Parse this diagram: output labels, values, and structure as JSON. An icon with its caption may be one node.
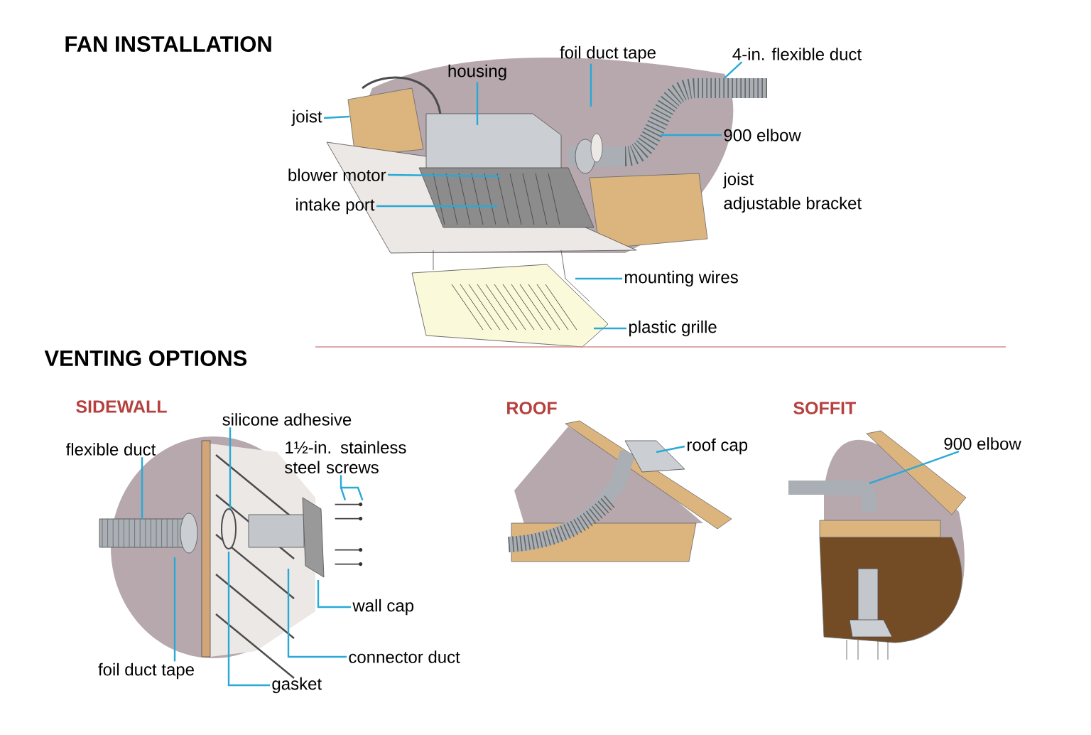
{
  "diagram": {
    "nodes": [
      {
        "text": [
          "housing"
        ]
      },
      {
        "text": [
          "foil duct tape"
        ]
      },
      {
        "text": [
          "4-in. flexible duct"
        ]
      },
      {
        "text": [
          "joist"
        ]
      },
      {
        "text": [
          "900 elbow"
        ]
      },
      {
        "text": [
          "blower motor"
        ]
      },
      {
        "text": [
          "intake port"
        ]
      },
      {
        "text": [
          "mounting wires"
        ]
      },
      {
        "text": [
          "plastic grille"
        ]
      },
      {
        "text": [
          "flexible duct"
        ]
      },
      {
        "text": [
          "silicone adhesive"
        ]
      },
      {
        "text": [
          "1½-in. stainless steel screws"
        ]
      },
      {
        "text": [
          "wall cap"
        ]
      },
      {
        "text": [
          "connector duct"
        ]
      },
      {
        "text": [
          "foil duct tape"
        ]
      },
      {
        "text": [
          "gasket"
        ]
      },
      {
        "text": [
          "roof cap"
        ]
      },
      {
        "text": [
          "900 elbow"
        ]
      },
      {
        "text": [],
        "shape": "picture"
      }
    ],
    "edges": [
      {
        "from": 0,
        "to": null,
        "arrow": "none"
      },
      {
        "from": 1,
        "to": null,
        "arrow": "none"
      },
      {
        "from": 2,
        "to": null,
        "arrow": "none"
      },
      {
        "from": 3,
        "to": null,
        "arrow": "none"
      },
      {
        "from": 4,
        "to": null,
        "arrow": "none"
      },
      {
        "from": 5,
        "to": null,
        "arrow": "none"
      },
      {
        "from": 6,
        "to": null,
        "arrow": "none"
      },
      {
        "from": 7,
        "to": null,
        "arrow": "none"
      },
      {
        "from": 8,
        "to": null,
        "arrow": "none"
      },
      {
        "from": 9,
        "to": null,
        "arrow": "none"
      },
      {
        "from": 10,
        "to": null,
        "arrow": "none"
      },
      {
        "from": 11,
        "to": 18,
        "arrow": "none"
      },
      {
        "from": 12,
        "to": null,
        "arrow": "none"
      },
      {
        "from": 13,
        "to": null,
        "arrow": "none"
      },
      {
        "from": 14,
        "to": null,
        "arrow": "none"
      },
      {
        "from": 15,
        "to": null,
        "arrow": "none"
      },
      {
        "from": 16,
        "to": null,
        "arrow": "none"
      },
      {
        "from": 17,
        "to": null,
        "arrow": "none"
      }
    ],
    "labels": [
      "FAN INSTALLATION",
      "joist",
      "adjustable bracket",
      "VENTING OPTIONS",
      "SIDEWALL",
      "ROOF",
      "SOFFIT"
    ]
  }
}
